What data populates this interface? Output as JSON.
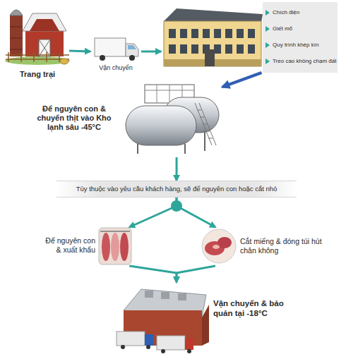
{
  "diagram": {
    "nodes": [
      {
        "text": [
          "Trang trại"
        ]
      },
      {
        "text": [
          "Vận chuyển"
        ]
      },
      {
        "text": [
          "Chích điện",
          "Giết mổ",
          "Quy trình khép kín",
          "Treo cao không chạm đất"
        ]
      },
      {
        "text": [
          "Để nguyên con & chuyển thịt vào Kho lạnh sâu -45°C"
        ]
      },
      {
        "text": [
          "Tùy thuộc vào yêu cầu khách hàng, sẽ để nguyên con hoặc cắt nhỏ"
        ]
      },
      {
        "text": [
          "Để nguyên con & xuất khẩu"
        ]
      },
      {
        "text": [
          "Cắt miếng & đóng túi hút chân không"
        ]
      },
      {
        "text": [
          "Vận chuyển & bảo quản tại -18°C"
        ]
      }
    ],
    "edges": [
      {
        "from": 0,
        "to": 1,
        "arrow": "to"
      },
      {
        "from": 1,
        "to": 2,
        "arrow": "to"
      },
      {
        "from": 2,
        "to": 3,
        "arrow": "to"
      },
      {
        "from": 3,
        "to": 4,
        "arrow": "to"
      },
      {
        "from": 4,
        "to": 5,
        "arrow": "to"
      },
      {
        "from": 4,
        "to": 6,
        "arrow": "to"
      },
      {
        "from": 5,
        "to": 7,
        "arrow": "to"
      },
      {
        "from": 6,
        "to": 7,
        "arrow": "to"
      }
    ]
  }
}
